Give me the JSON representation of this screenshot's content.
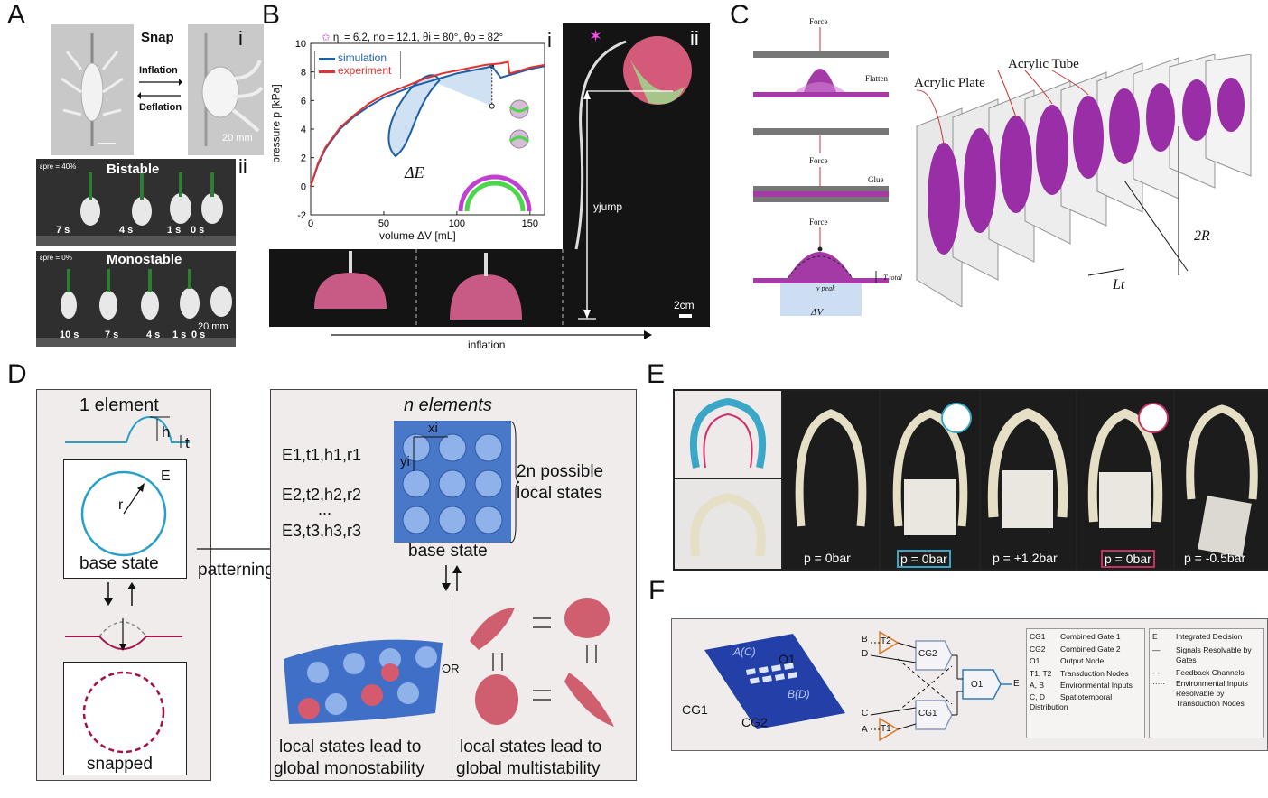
{
  "panels": {
    "A": {
      "letter": "A",
      "i": "i",
      "ii": "ii",
      "snap": "Snap",
      "inflation": "Inflation",
      "deflation": "Deflation",
      "scale_i": "20 mm",
      "bistable": "Bistable",
      "monostable": "Monostable",
      "eps_bistable": "εpre = 40%",
      "eps_monostable": "εpre = 0%",
      "bistable_times": [
        "7 s",
        "4 s",
        "1 s",
        "0 s"
      ],
      "monostable_times": [
        "10 s",
        "7 s",
        "4 s",
        "1 s",
        "0 s"
      ],
      "scale_ii": "20 mm"
    },
    "B": {
      "letter": "B",
      "i": "i",
      "ii": "ii",
      "params": "ηi = 6.2, ηo = 12.1, θi = 80°, θo = 82°",
      "energy_label": "ΔE",
      "yjump": "yjump",
      "scale": "2cm",
      "inflation": "inflation"
    },
    "C": {
      "letter": "C",
      "force": "Force",
      "flatten": "Flatten",
      "glue": "Glue",
      "t_total": "T total",
      "v_peak": "v peak",
      "delta_v": "ΔV",
      "acrylic_plate": "Acrylic Plate",
      "acrylic_tube": "Acrylic Tube",
      "two_r": "2R",
      "lt": "Lt"
    },
    "D": {
      "letter": "D",
      "one_element": "1 element",
      "h": "h",
      "t": "t",
      "E": "E",
      "r": "r",
      "base_state_left": "base state",
      "snapped": "snapped",
      "patterning": "patterning",
      "n_elements": "n elements",
      "xi": "xi",
      "yi": "yi",
      "row1": "E1,t1,h1,r1",
      "row2": "E2,t2,h2,r2",
      "dots": "...",
      "row3": "E3,t3,h3,r3",
      "possible_states": "2n possible local states",
      "base_state_right": "base state",
      "or": "OR",
      "mono_caption_1": "local states lead to",
      "mono_caption_2": "global monostability",
      "multi_caption_1": "local states lead to",
      "multi_caption_2": "global multistability"
    },
    "E": {
      "letter": "E",
      "pressures": [
        "p = 0bar",
        "p = 0bar",
        "p = +1.2bar",
        "p = 0bar",
        "p = -0.5bar"
      ]
    },
    "F": {
      "letter": "F",
      "cg1": "CG1",
      "cg2": "CG2",
      "o1": "O1",
      "a_c": "A(C)",
      "b_d": "B(D)",
      "gate_labels": {
        "b": "B",
        "d": "D",
        "c": "C",
        "a": "A",
        "t1": "T1",
        "t2": "T2",
        "cg1": "CG1",
        "cg2": "CG2",
        "o1": "O1",
        "e": "E"
      },
      "legend_left": [
        {
          "key": "CG1",
          "value": "Combined Gate 1"
        },
        {
          "key": "CG2",
          "value": "Combined Gate 2"
        },
        {
          "key": "O1",
          "value": "Output Node"
        },
        {
          "key": "T1, T2",
          "value": "Transduction Nodes"
        },
        {
          "key": "A, B",
          "value": "Environmental Inputs"
        },
        {
          "key": "C, D",
          "value": "Spatiotemporal Distribution"
        }
      ],
      "legend_right": [
        {
          "key": "E",
          "value": "Integrated Decision"
        },
        {
          "key": "—",
          "value": "Signals Resolvable by Gates"
        },
        {
          "key": "- -",
          "value": "Feedback Channels"
        },
        {
          "key": "·····",
          "value": "Environmental Inputs Resolvable by Transduction Nodes"
        }
      ]
    }
  },
  "chart_data": {
    "type": "line",
    "title": "",
    "xlabel": "volume ΔV [mL]",
    "ylabel": "pressure p [kPa]",
    "xlim": [
      0,
      160
    ],
    "ylim": [
      -2,
      10
    ],
    "xticks": [
      0,
      50,
      100,
      150
    ],
    "yticks": [
      -2,
      0,
      2,
      4,
      6,
      8,
      10
    ],
    "legend_position": "top-left",
    "series": [
      {
        "name": "simulation",
        "color": "#1f5fa8",
        "x": [
          0,
          5,
          10,
          20,
          30,
          40,
          50,
          60,
          70,
          80,
          90,
          100,
          110,
          120,
          124,
          130,
          140,
          150,
          160
        ],
        "y": [
          0,
          1.5,
          2.6,
          4.0,
          4.9,
          5.6,
          6.2,
          6.6,
          7.0,
          7.3,
          7.6,
          7.9,
          8.1,
          8.3,
          8.4,
          7.6,
          7.9,
          8.2,
          8.4
        ]
      },
      {
        "name": "experiment",
        "color": "#e0322f",
        "x": [
          0,
          5,
          10,
          20,
          30,
          40,
          50,
          60,
          70,
          80,
          90,
          100,
          110,
          120,
          130,
          135,
          136,
          140,
          150,
          160
        ],
        "y": [
          0,
          1.6,
          2.7,
          4.1,
          5.0,
          5.8,
          6.4,
          6.8,
          7.2,
          7.6,
          7.9,
          8.1,
          8.3,
          8.5,
          8.6,
          8.7,
          7.9,
          8.0,
          8.3,
          8.5
        ]
      }
    ]
  }
}
